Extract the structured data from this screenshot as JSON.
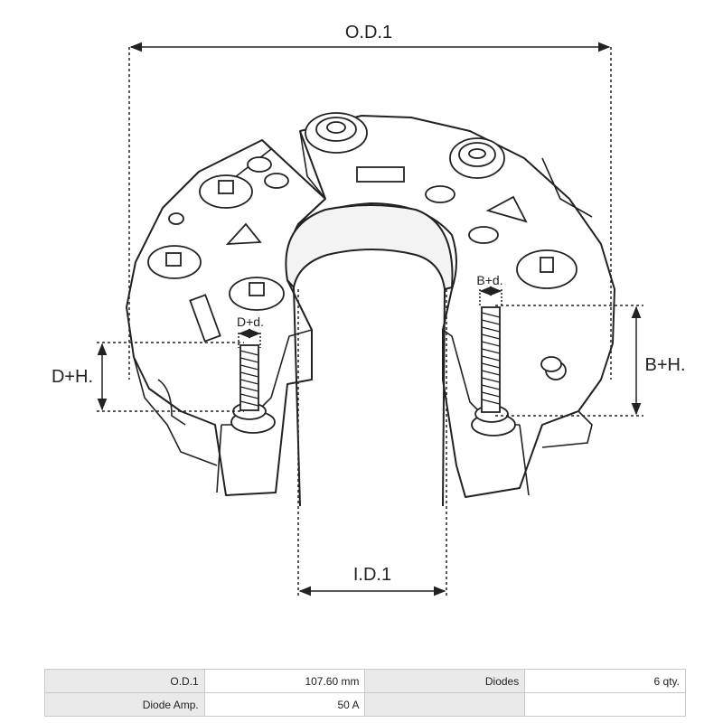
{
  "dimensions": {
    "od_label": "O.D.1",
    "id_label": "I.D.1",
    "dh_label": "D+H.",
    "bh_label": "B+H.",
    "dd_label": "D+d.",
    "bd_label": "B+d."
  },
  "specs": {
    "rows": [
      {
        "label1": "O.D.1",
        "value1": "107.60 mm",
        "label2": "Diodes",
        "value2": "6 qty."
      },
      {
        "label1": "Diode Amp.",
        "value1": "50 A",
        "label2": "",
        "value2": ""
      }
    ]
  }
}
